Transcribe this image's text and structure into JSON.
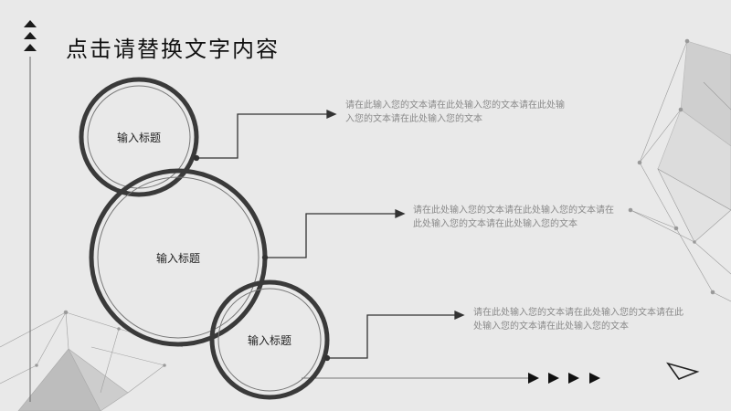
{
  "title": "点击请替换文字内容",
  "nodes": [
    {
      "label": "输入标题",
      "desc": [
        "请在此输入您的文本请在此处输入您的文本请在此处输",
        "入您的文本请在此处输入您的文本"
      ]
    },
    {
      "label": "输入标题",
      "desc": [
        "请在此处输入您的文本请在此处输入您的文本请在",
        "此处输入您的文本请在此处输入您的文本"
      ]
    },
    {
      "label": "输入标题",
      "desc": [
        "请在此处输入您的文本请在此处输入您的文本请在此",
        "处输入您的文本请在此处输入您的文本"
      ]
    }
  ],
  "colors": {
    "background": "#e9e9e9",
    "ring": "#3a3a3a",
    "text": "#8a8a8a",
    "accent": "#111111"
  }
}
